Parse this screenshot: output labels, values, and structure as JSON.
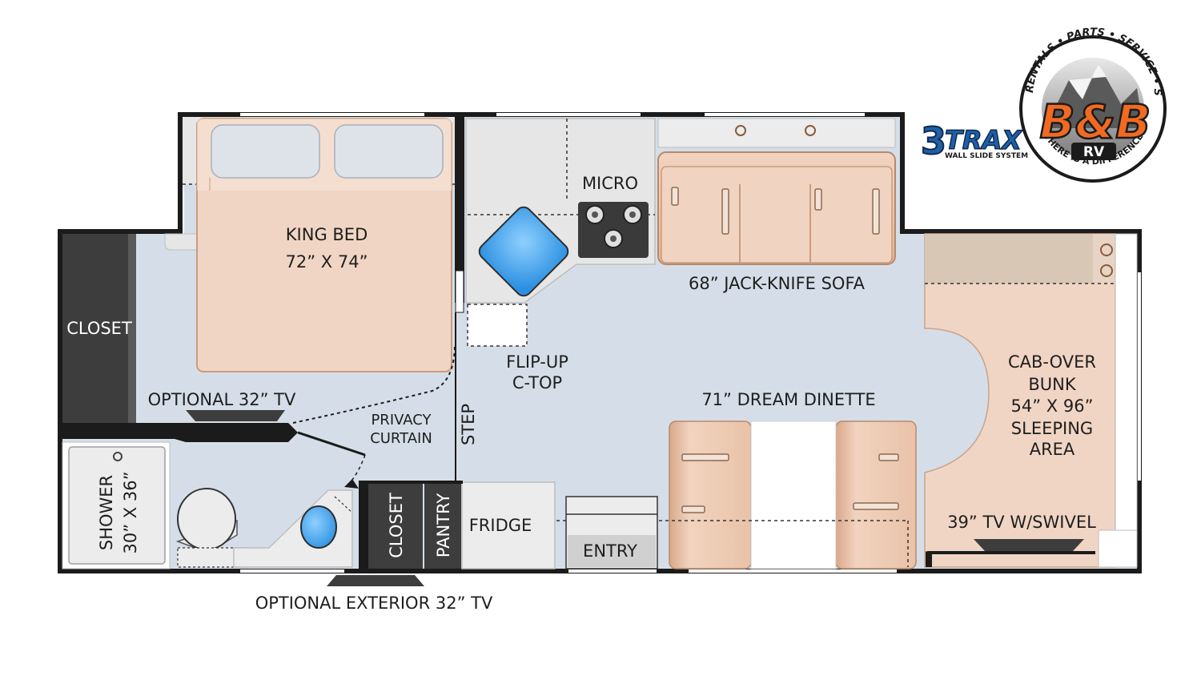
{
  "labels": {
    "king_bed": "KING BED",
    "king_bed_size": "72” X 74”",
    "micro": "MICRO",
    "jack_knife_sofa": "68” JACK-KNIFE SOFA",
    "closet_left": "CLOSET",
    "flip_up_1": "FLIP-UP",
    "flip_up_2": "C-TOP",
    "step": "STEP",
    "optional_tv": "OPTIONAL 32” TV",
    "privacy_1": "PRIVACY",
    "privacy_2": "CURTAIN",
    "dream_dinette": "71” DREAM DINETTE",
    "cab_over_1": "CAB-OVER",
    "cab_over_2": "BUNK",
    "cab_over_3": "54” X 96”",
    "cab_over_4": "SLEEPING",
    "cab_over_5": "AREA",
    "tv_swivel": "39” TV W/SWIVEL",
    "shower_1": "SHOWER",
    "shower_2": "30” X 36”",
    "closet_bath": "CLOSET",
    "pantry": "PANTRY",
    "fridge": "FRIDGE",
    "entry": "ENTRY",
    "optional_exterior_tv": "OPTIONAL EXTERIOR 32” TV"
  },
  "logos": {
    "trax_3": "3",
    "trax_word": "TRAX",
    "trax_sub": "WALL SLIDE SYSTEM",
    "bb_main": "B&B",
    "bb_rv": "RV",
    "bb_ring_top": "SALES • RENTALS • PARTS • SERVICE • STORAGE",
    "bb_ring_bottom": "THERE IS A DIFFERENCE"
  },
  "colors": {
    "floor": "#d5dee8",
    "wall": "#1b1b1b",
    "counter": "#e6e6e6",
    "bed": "#f1d5c4",
    "cushion": "#ecc5ab",
    "closet": "#3d3d3d",
    "sink": "#4aa8e8",
    "logo_orange": "#f26a21",
    "logo_blue": "#1e5fa8"
  }
}
